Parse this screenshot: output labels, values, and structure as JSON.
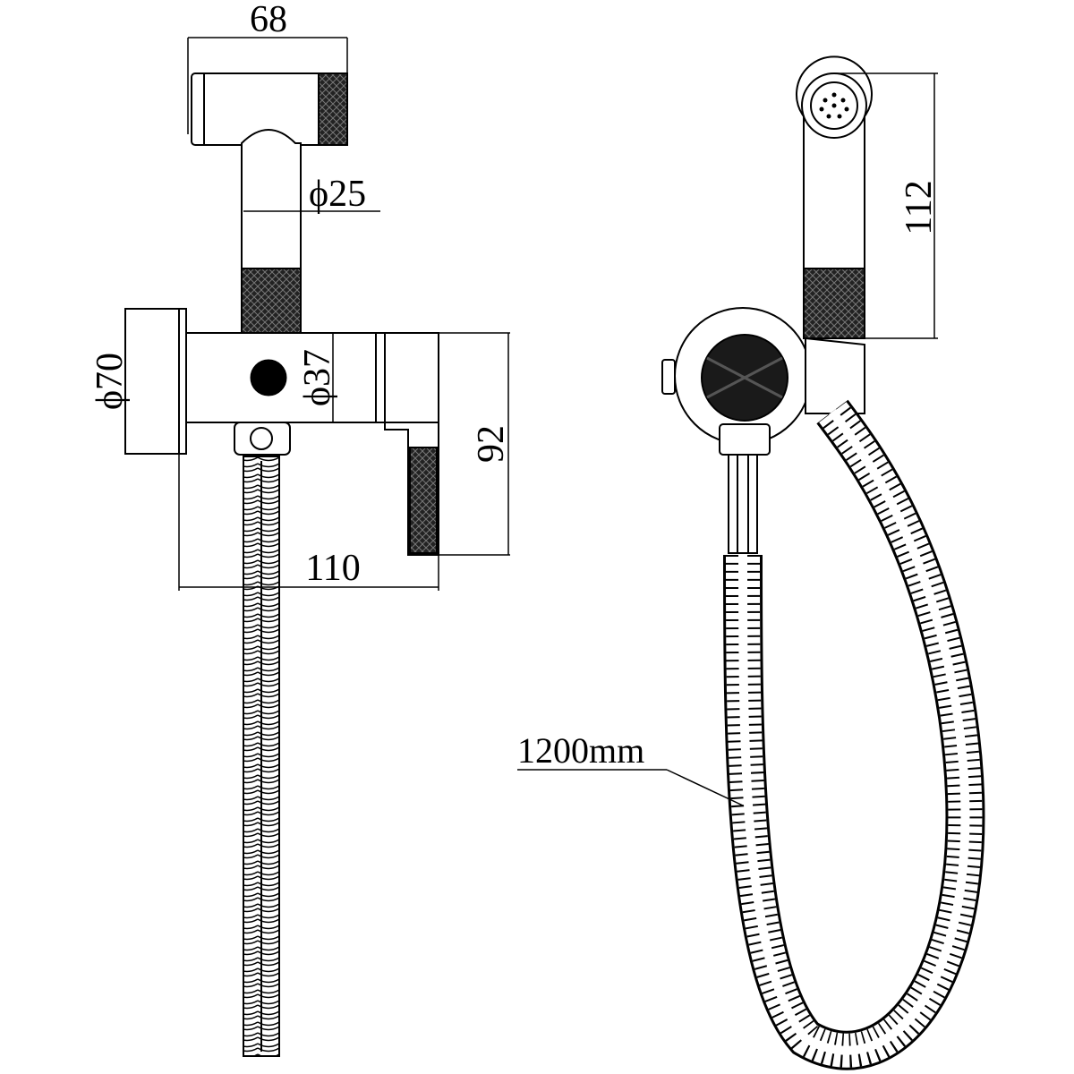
{
  "dimensions": {
    "width_top": "68",
    "hose_dia": "ϕ25",
    "flange_dia": "ϕ70",
    "body_dia": "ϕ37",
    "height_body": "92",
    "depth": "110",
    "height_handset": "112",
    "hose_length": "1200mm"
  },
  "colors": {
    "line": "#000000",
    "background": "#ffffff"
  }
}
